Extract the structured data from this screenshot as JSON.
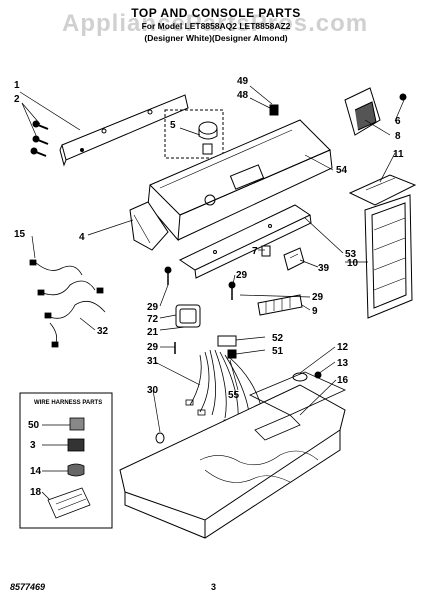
{
  "header": {
    "watermark": "AppliancePartsPros.com",
    "title": "TOP AND CONSOLE PARTS",
    "model_line": "For Model LET8858AQ2 LET8858AZ2",
    "variant_line": "(Designer White)(Designer Almond)"
  },
  "labels": [
    "1",
    "2",
    "49",
    "48",
    "5",
    "54",
    "6",
    "8",
    "11",
    "4",
    "15",
    "53",
    "7",
    "39",
    "10",
    "29",
    "72",
    "21",
    "32",
    "52",
    "51",
    "9",
    "31",
    "29",
    "12",
    "13",
    "16",
    "30",
    "55"
  ],
  "wire_box": {
    "title": "WIRE HARNESS PARTS",
    "items": [
      "50",
      "3",
      "14",
      "18"
    ]
  },
  "footer": {
    "code": "8577469",
    "page": "3"
  }
}
